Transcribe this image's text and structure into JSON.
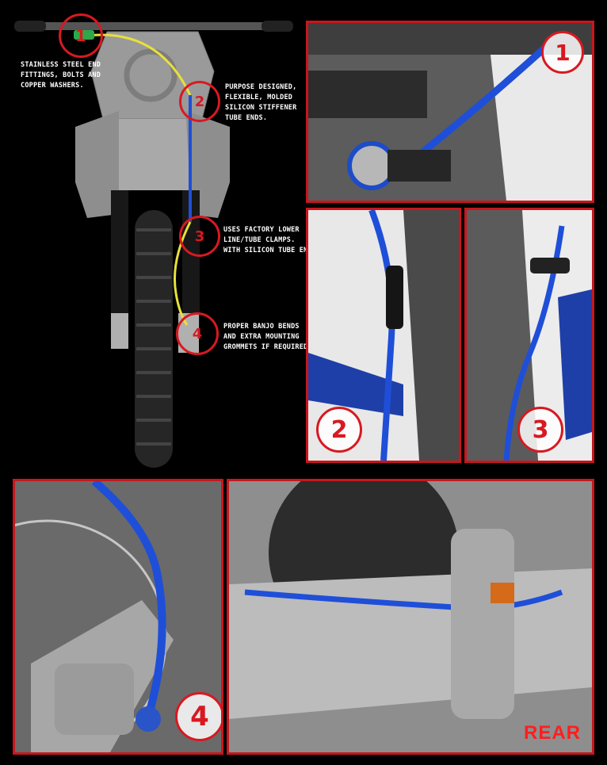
{
  "callouts": [
    {
      "number": "1",
      "text": "STAINLESS STEEL END\nFITTINGS, BOLTS AND\nCOPPER WASHERS."
    },
    {
      "number": "2",
      "text": "PURPOSE DESIGNED,\nFLEXIBLE, MOLDED\nSILICON STIFFENER\nTUBE ENDS."
    },
    {
      "number": "3",
      "text": "USES FACTORY LOWER\nLINE/TUBE CLAMPS.\nWITH SILICON TUBE END"
    },
    {
      "number": "4",
      "text": "PROPER BANJO BENDS\nAND EXTRA MOUNTING\nGROMMETS IF REQUIRED."
    }
  ],
  "photo_badges": [
    "1",
    "2",
    "3",
    "4"
  ],
  "rear_label": "REAR",
  "colors": {
    "frame_red": "#c8161d",
    "callout_red": "#d81920",
    "brake_line_blue": "#1f4fd8",
    "highlight_yellow": "#e8e03a",
    "background": "#000000"
  }
}
